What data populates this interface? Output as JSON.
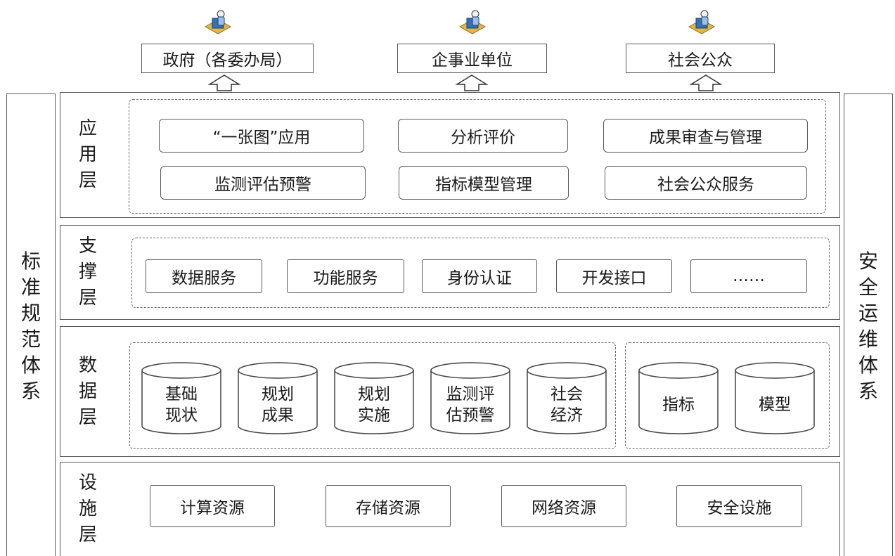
{
  "stakeholders": [
    {
      "label": "政府（各委办局）"
    },
    {
      "label": "企事业单位"
    },
    {
      "label": "社会公众"
    }
  ],
  "left_side": {
    "chars": [
      "标",
      "准",
      "规",
      "范",
      "体",
      "系"
    ]
  },
  "right_side": {
    "chars": [
      "安",
      "全",
      "运",
      "维",
      "体",
      "系"
    ]
  },
  "application_layer": {
    "title_chars": [
      "应",
      "用",
      "层"
    ],
    "items": [
      "“一张图”应用",
      "分析评价",
      "成果审查与管理",
      "监测评估预警",
      "指标模型管理",
      "社会公众服务"
    ]
  },
  "support_layer": {
    "title_chars": [
      "支",
      "撑",
      "层"
    ],
    "items": [
      "数据服务",
      "功能服务",
      "身份认证",
      "开发接口",
      "……"
    ]
  },
  "data_layer": {
    "title_chars": [
      "数",
      "据",
      "层"
    ],
    "databases": [
      {
        "line1": "基础",
        "line2": "现状"
      },
      {
        "line1": "规划",
        "line2": "成果"
      },
      {
        "line1": "规划",
        "line2": "实施"
      },
      {
        "line1": "监测评",
        "line2": "估预警"
      },
      {
        "line1": "社会",
        "line2": "经济"
      }
    ],
    "models": [
      {
        "line1": "指标"
      },
      {
        "line1": "模型"
      }
    ]
  },
  "infrastructure_layer": {
    "title_chars": [
      "设",
      "施",
      "层"
    ],
    "items": [
      "计算资源",
      "存储资源",
      "网络资源",
      "安全设施"
    ]
  },
  "colors": {
    "border": "#5a5a5a",
    "dash": "#6a6a6a",
    "icon_blue": "#3a6fb0",
    "icon_gold": "#e0b84a"
  }
}
